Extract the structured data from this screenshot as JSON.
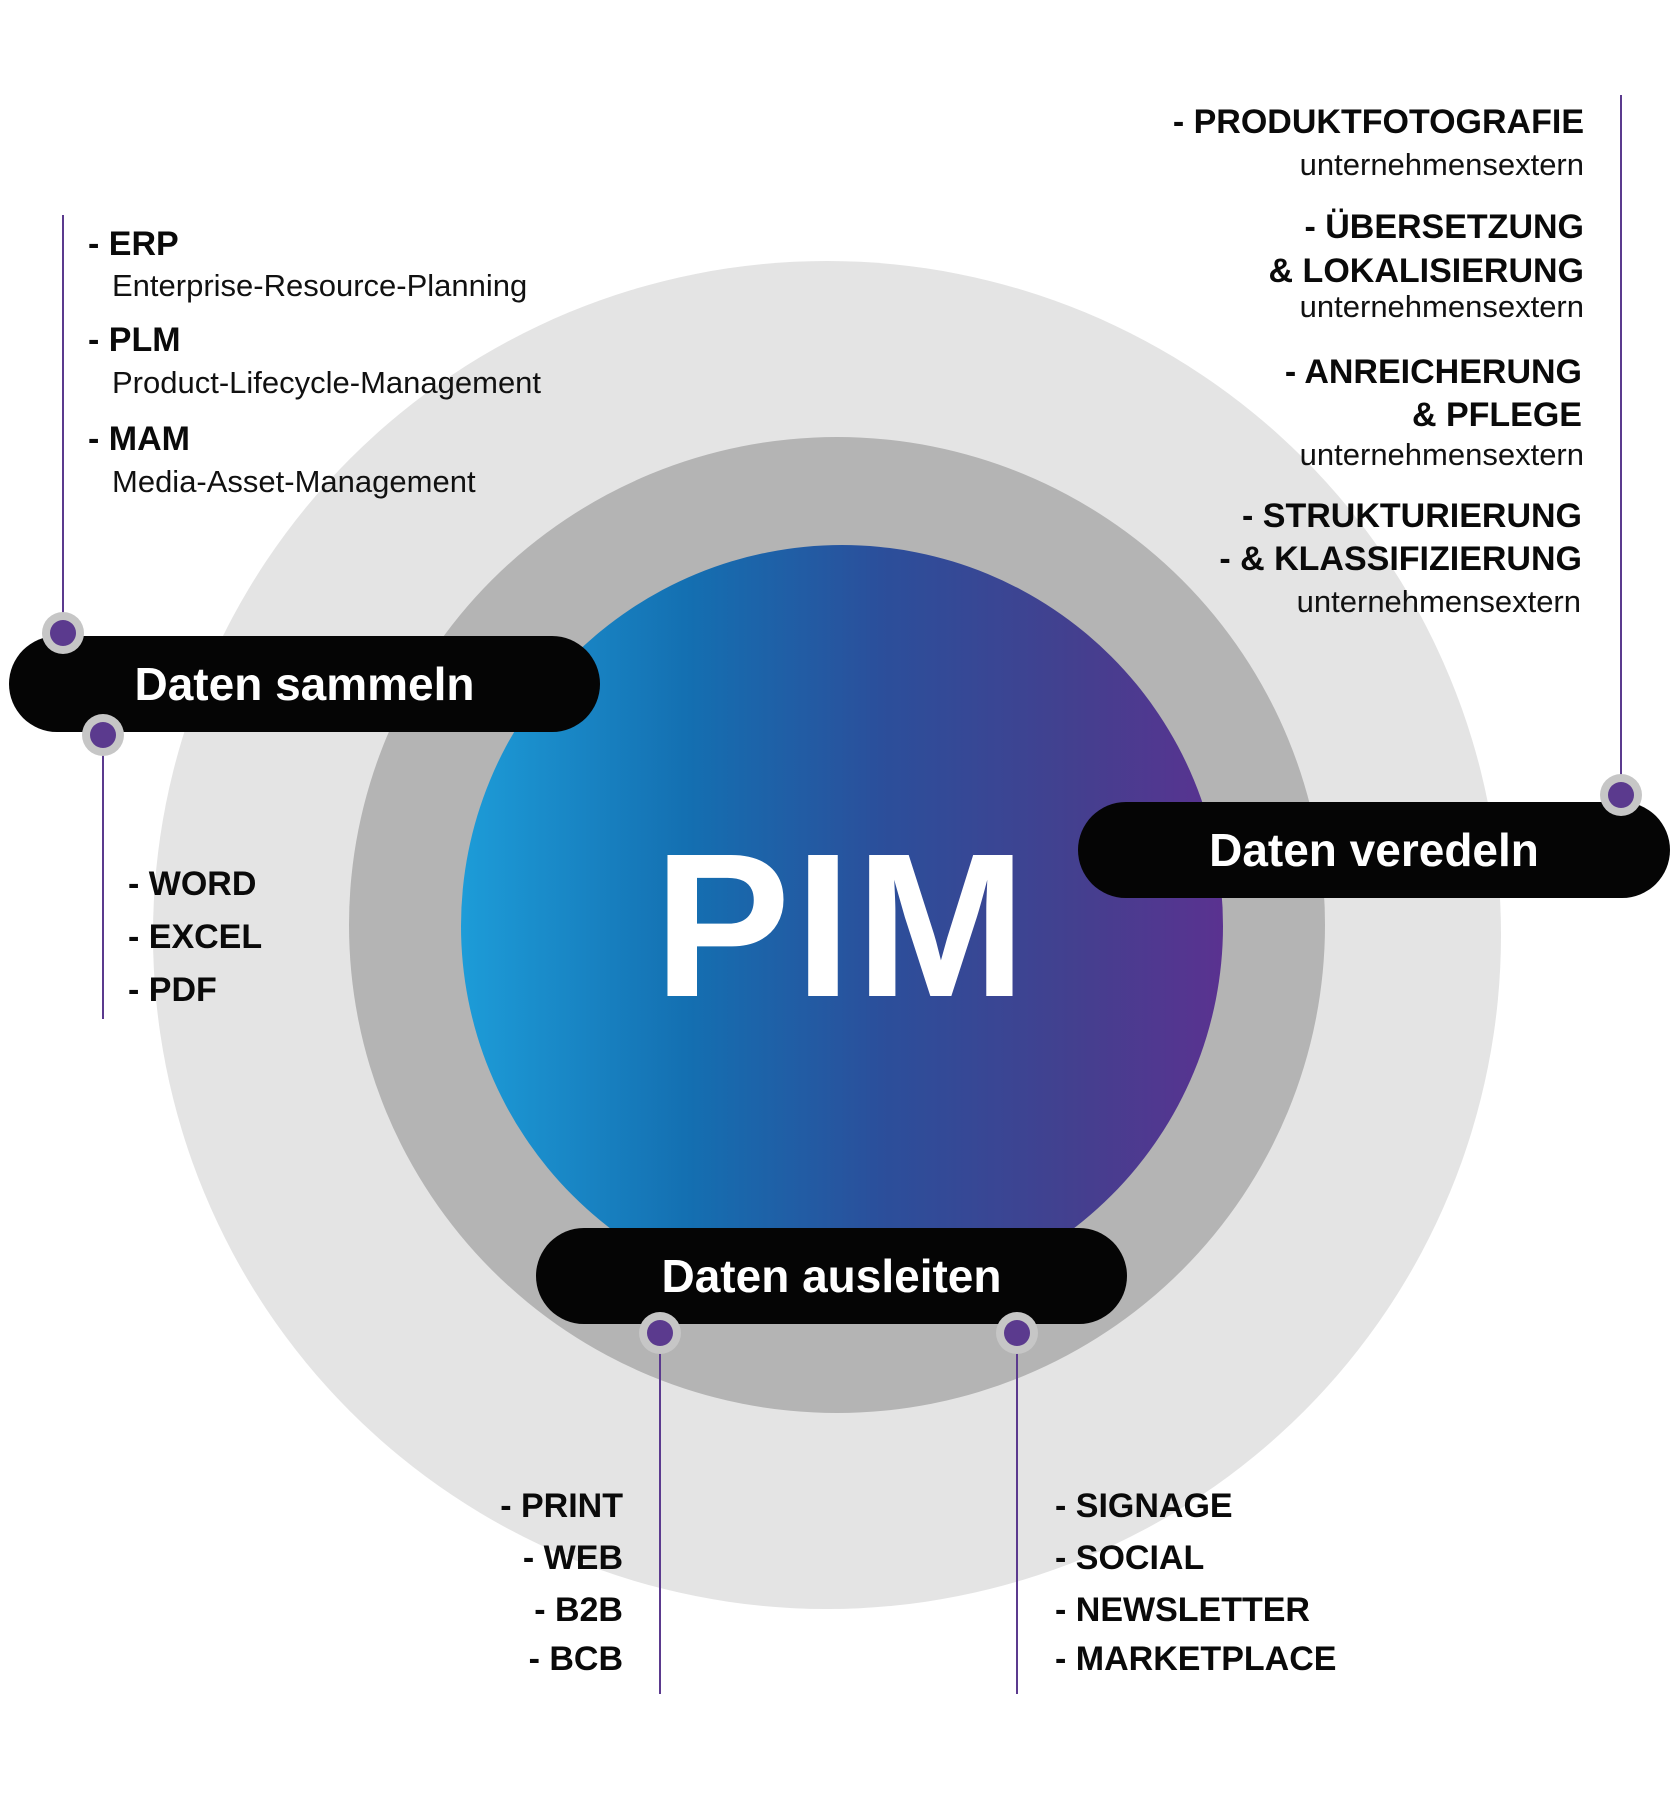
{
  "center_label": "PIM",
  "stages": {
    "collect": "Daten sammeln",
    "refine": "Daten veredeln",
    "output": "Daten ausleiten"
  },
  "collect_sources": [
    {
      "title": "- ERP",
      "subtitle": "Enterprise-Resource-Planning"
    },
    {
      "title": "- PLM",
      "subtitle": "Product-Lifecycle-Management"
    },
    {
      "title": "- MAM",
      "subtitle": "Media-Asset-Management"
    }
  ],
  "collect_formats": [
    "- WORD",
    "- EXCEL",
    "- PDF"
  ],
  "refine_services": [
    {
      "lines": [
        "- PRODUKTFOTOGRAFIE"
      ],
      "note": "unternehmensextern"
    },
    {
      "lines": [
        "- ÜBERSETZUNG",
        "& LOKALISIERUNG"
      ],
      "note": "unternehmensextern"
    },
    {
      "lines": [
        "- ANREICHERUNG",
        "& PFLEGE"
      ],
      "note": "unternehmensextern"
    },
    {
      "lines": [
        "- STRUKTURIERUNG",
        "- & KLASSIFIZIERUNG"
      ],
      "note": "unternehmensextern"
    }
  ],
  "output_channels_left": [
    "- PRINT",
    "- WEB",
    "- B2B",
    "- BCB"
  ],
  "output_channels_right": [
    "- SIGNAGE",
    "- SOCIAL",
    "- NEWSLETTER",
    "- MARKETPLACE"
  ],
  "colors": {
    "accent": "#5b3a8e",
    "pill": "#050505",
    "outer_ring": "#e4e4e4",
    "middle_ring": "#b4b4b4",
    "gradient_start": "#1d9cd8",
    "gradient_end": "#5a3290"
  }
}
